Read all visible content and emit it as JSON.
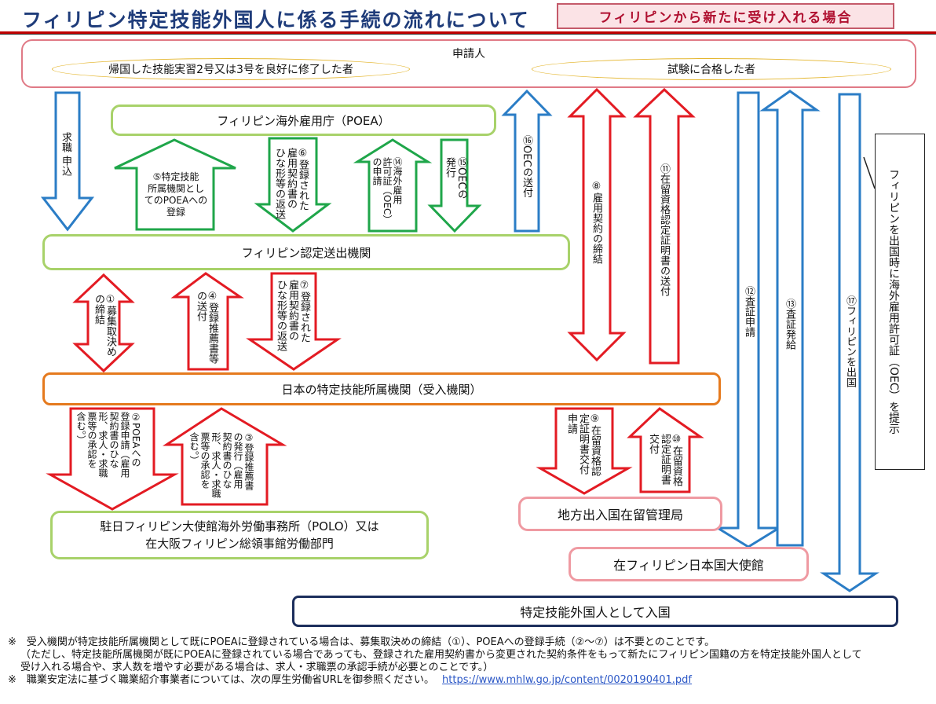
{
  "title": "フィリピン特定技能外国人に係る手続の流れについて",
  "subtitle": "フィリピンから新たに受け入れる場合",
  "boxes": {
    "applicant": "申請人",
    "applicant_oval_1": "帰国した技能実習2号又は3号を良好に修了した者",
    "applicant_oval_2": "試験に合格した者",
    "poea": "フィリピン海外雇用庁（POEA）",
    "agency": "フィリピン認定送出機関",
    "employer": "日本の特定技能所属機関（受入機関）",
    "polo_line1": "駐日フィリピン大使館海外労働事務所（POLO）又は",
    "polo_line2": "在大阪フィリピン総領事館労働部門",
    "immigration": "地方出入国在留管理局",
    "embassy": "在フィリピン日本国大使館",
    "entry": "特定技能外国人として入国"
  },
  "arrows": {
    "job_application": "求職\n申込",
    "s1": "①募集取決め\nの締結",
    "s2": "②POEAへの\n登録申請（雇用\n契約書のひな\n形、求人・求職\n票等の承認を\n含む。）",
    "s3": "③登録推薦書\nの発行（雇用\n契約書のひな\n形、求人・求職\n票等の承認を\n含む。）",
    "s4": "④登録推薦書等\nの送付",
    "s5": "⑤特定技能\n所属機関とし\nてのPOEAへの\n登録",
    "s6": "⑥登録された\n雇用契約書の\nひな形等の返送",
    "s7": "⑦登録された\n雇用契約書の\nひな形等の返送",
    "s8": "⑧雇用契約の締結",
    "s9": "⑨在留資格認\n定証明書交付\n申請",
    "s10": "⑩在留資格\n認定証明書\n交付",
    "s11": "⑪在留資格認定証明書の送付",
    "s12": "⑫査証申請",
    "s13": "⑬査証発給",
    "s14": "⑭海外雇用\n許可証（OEC）\nの申請",
    "s15": "⑮OECの\n発行",
    "s16": "⑯OECの送付",
    "s17": "⑰フィリピンを出国"
  },
  "side_note": "フィリピンを出国時に海外雇用許可証（OEC）を提示",
  "notes": {
    "n1": "※　受入機関が特定技能所属機関として既にPOEAに登録されている場合は、募集取決めの締結（①）、POEAへの登録手続（②～⑦）は不要とのことです。",
    "n2": "（ただし、特定技能所属機関が既にPOEAに登録されている場合であっても、登録された雇用契約書から変更された契約条件をもって新たにフィリピン国籍の方を特定技能外国人として",
    "n3": "受け入れる場合や、求人数を増やす必要がある場合は、求人・求職票の承認手続が必要とのことです。）",
    "n4": "※　職業安定法に基づく職業紹介事業者については、次の厚生労働省URLを御参照ください。",
    "url": "https://www.mhlw.go.jp/content/0020190401.pdf"
  },
  "colors": {
    "red_arrow": "#e31b23",
    "green_arrow": "#1fa64a",
    "blue_arrow": "#2b7dc6"
  }
}
